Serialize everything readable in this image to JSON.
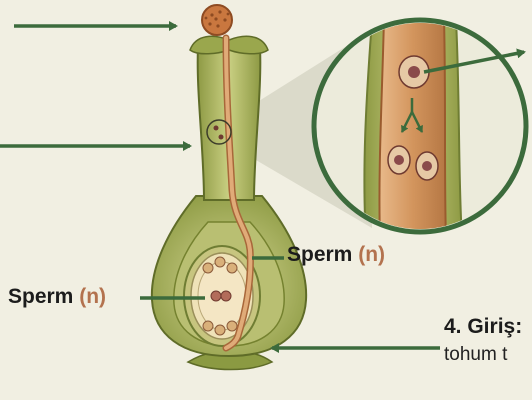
{
  "labels": {
    "sperm_word": "Sperm",
    "ploidy": "(n)",
    "step_title": "4. Giriş:",
    "step_sub": "tohum t"
  },
  "colors": {
    "background": "#f1efe2",
    "arrow": "#3c6b3c",
    "tissue_green": "#a9b55f",
    "tissue_dark": "#6f7d33",
    "pollen_tube": "#d9a070",
    "pollen_grain": "#c9773f",
    "nucleus": "#8a4a4a",
    "ploidy_text": "#b3724e"
  },
  "icons": {
    "pointer": "arrow-right-icon",
    "branch": "branch-arrow-icon"
  }
}
